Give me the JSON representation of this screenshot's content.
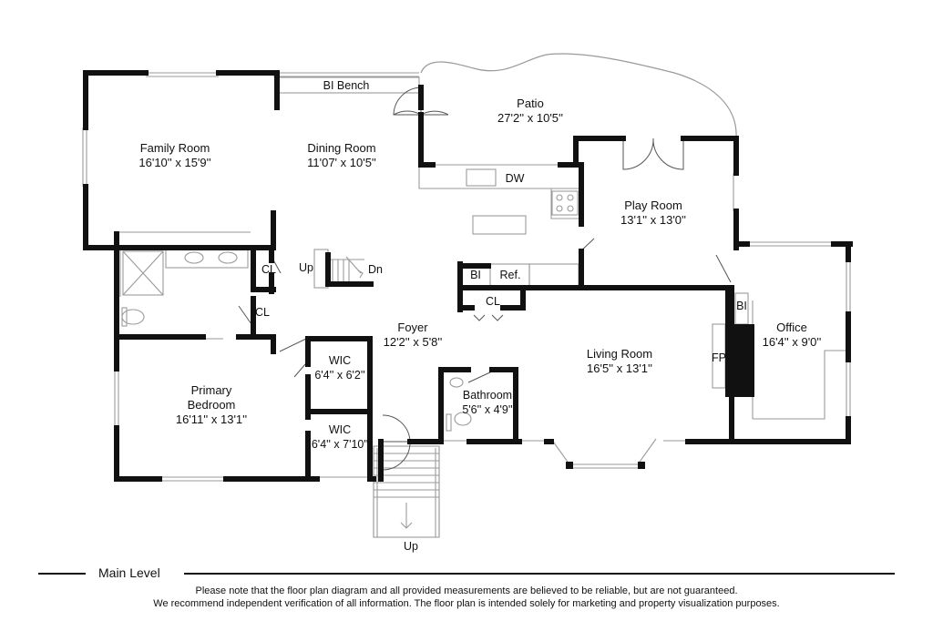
{
  "rooms": {
    "family_room": {
      "name": "Family Room",
      "size": "16'10'' x 15'9''"
    },
    "dining_room": {
      "name": "Dining Room",
      "size": "11'07' x 10'5''"
    },
    "patio": {
      "name": "Patio",
      "size": "27'2'' x 10'5''"
    },
    "play_room": {
      "name": "Play Room",
      "size": "13'1'' x 13'0''"
    },
    "foyer": {
      "name": "Foyer",
      "size": "12'2'' x 5'8''"
    },
    "living_room": {
      "name": "Living Room",
      "size": "16'5'' x 13'1''"
    },
    "office": {
      "name": "Office",
      "size": "16'4'' x 9'0''"
    },
    "primary_bedroom": {
      "name1": "Primary",
      "name2": "Bedroom",
      "size": "16'11'' x 13'1''"
    },
    "wic1": {
      "name": "WIC",
      "size": "6'4'' x 6'2''"
    },
    "wic2": {
      "name": "WIC",
      "size": "6'4'' x 7'10''"
    },
    "bathroom": {
      "name": "Bathroom",
      "size": "5'6'' x 4'9''"
    }
  },
  "fixtures": {
    "bi_bench": "BI Bench",
    "dw": "DW",
    "bi_kitchen": "BI",
    "ref": "Ref.",
    "cl_kitchen": "CL",
    "cl_stair": "CL",
    "cl_bath": "CL",
    "up_stair": "Up",
    "dn_stair": "Dn",
    "bi_office": "BI",
    "fp": "FP",
    "up_entry": "Up"
  },
  "legend": {
    "title": "Main Level"
  },
  "disclaimer": {
    "line1": "Please note that the floor plan diagram and all provided measurements are believed to be reliable, but are not guaranteed.",
    "line2": "We recommend independent verification of all information. The floor plan is intended solely for marketing and property visualization purposes."
  },
  "colors": {
    "wall": "#111111",
    "thin": "#9a9a9a",
    "background": "#ffffff"
  }
}
